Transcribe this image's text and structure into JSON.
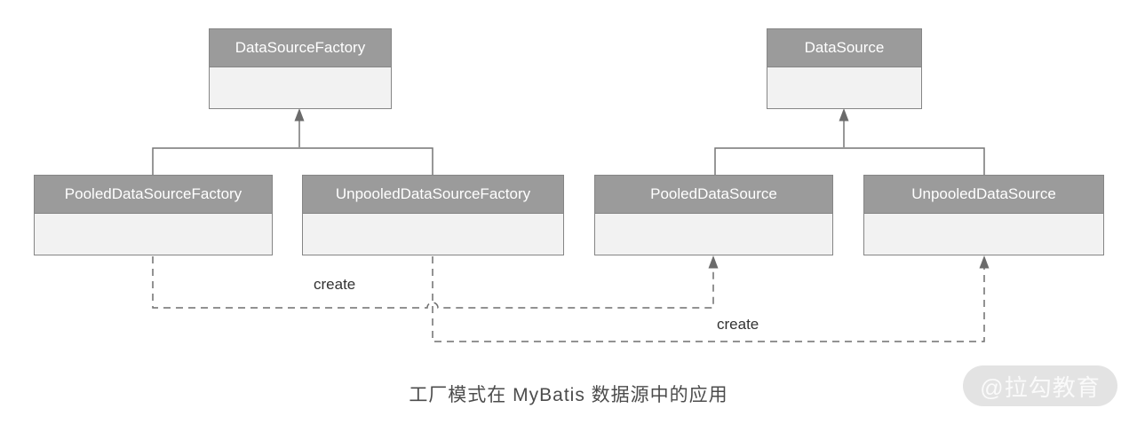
{
  "diagram": {
    "caption": "工厂模式在 MyBatis 数据源中的应用",
    "watermark": "@拉勾教育",
    "classes": [
      {
        "name": "DataSourceFactory"
      },
      {
        "name": "DataSource"
      },
      {
        "name": "PooledDataSourceFactory"
      },
      {
        "name": "UnpooledDataSourceFactory"
      },
      {
        "name": "PooledDataSource"
      },
      {
        "name": "UnpooledDataSource"
      }
    ],
    "labels": {
      "create_1": "create",
      "create_2": "create"
    },
    "colors": {
      "class_header_fill": "#9b9b9b",
      "class_body_fill": "#f2f2f2",
      "class_border": "#858585",
      "class_title_text": "#ffffff",
      "solid_line": "#757575",
      "dashed_line": "#6e6e6e",
      "edge_label_text": "#323232",
      "caption_text": "#4c4c4c",
      "watermark_pill": "#e3e3e3",
      "watermark_text": "#fafafa",
      "background": "#ffffff"
    }
  }
}
